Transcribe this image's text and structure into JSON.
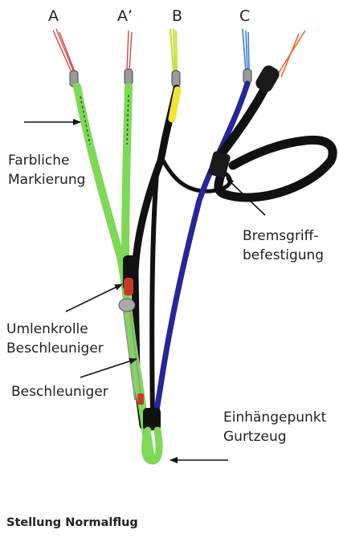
{
  "risers": {
    "a": "A",
    "a_prime": "A’",
    "b": "B",
    "c": "C"
  },
  "labels": {
    "color_marking_1": "Farbliche",
    "color_marking_2": "Markierung",
    "brake_mount_1": "Bremsgriff-",
    "brake_mount_2": "befestigung",
    "pulley_1": "Umlenkrolle",
    "pulley_2": "Beschleuniger",
    "accelerator": "Beschleuniger",
    "attach_1": "Einhängepunkt",
    "attach_2": "Gurtzeug"
  },
  "caption": "Stellung Normalflug",
  "colors": {
    "riser_a": "#7ed957",
    "riser_b_black": "#111111",
    "riser_c": "#27259a",
    "line_a": "#d64545",
    "line_b": "#c8e03a",
    "line_c": "#3d7fd6",
    "line_brake": "#f0682c",
    "marking_yellow": "#f2e335"
  }
}
